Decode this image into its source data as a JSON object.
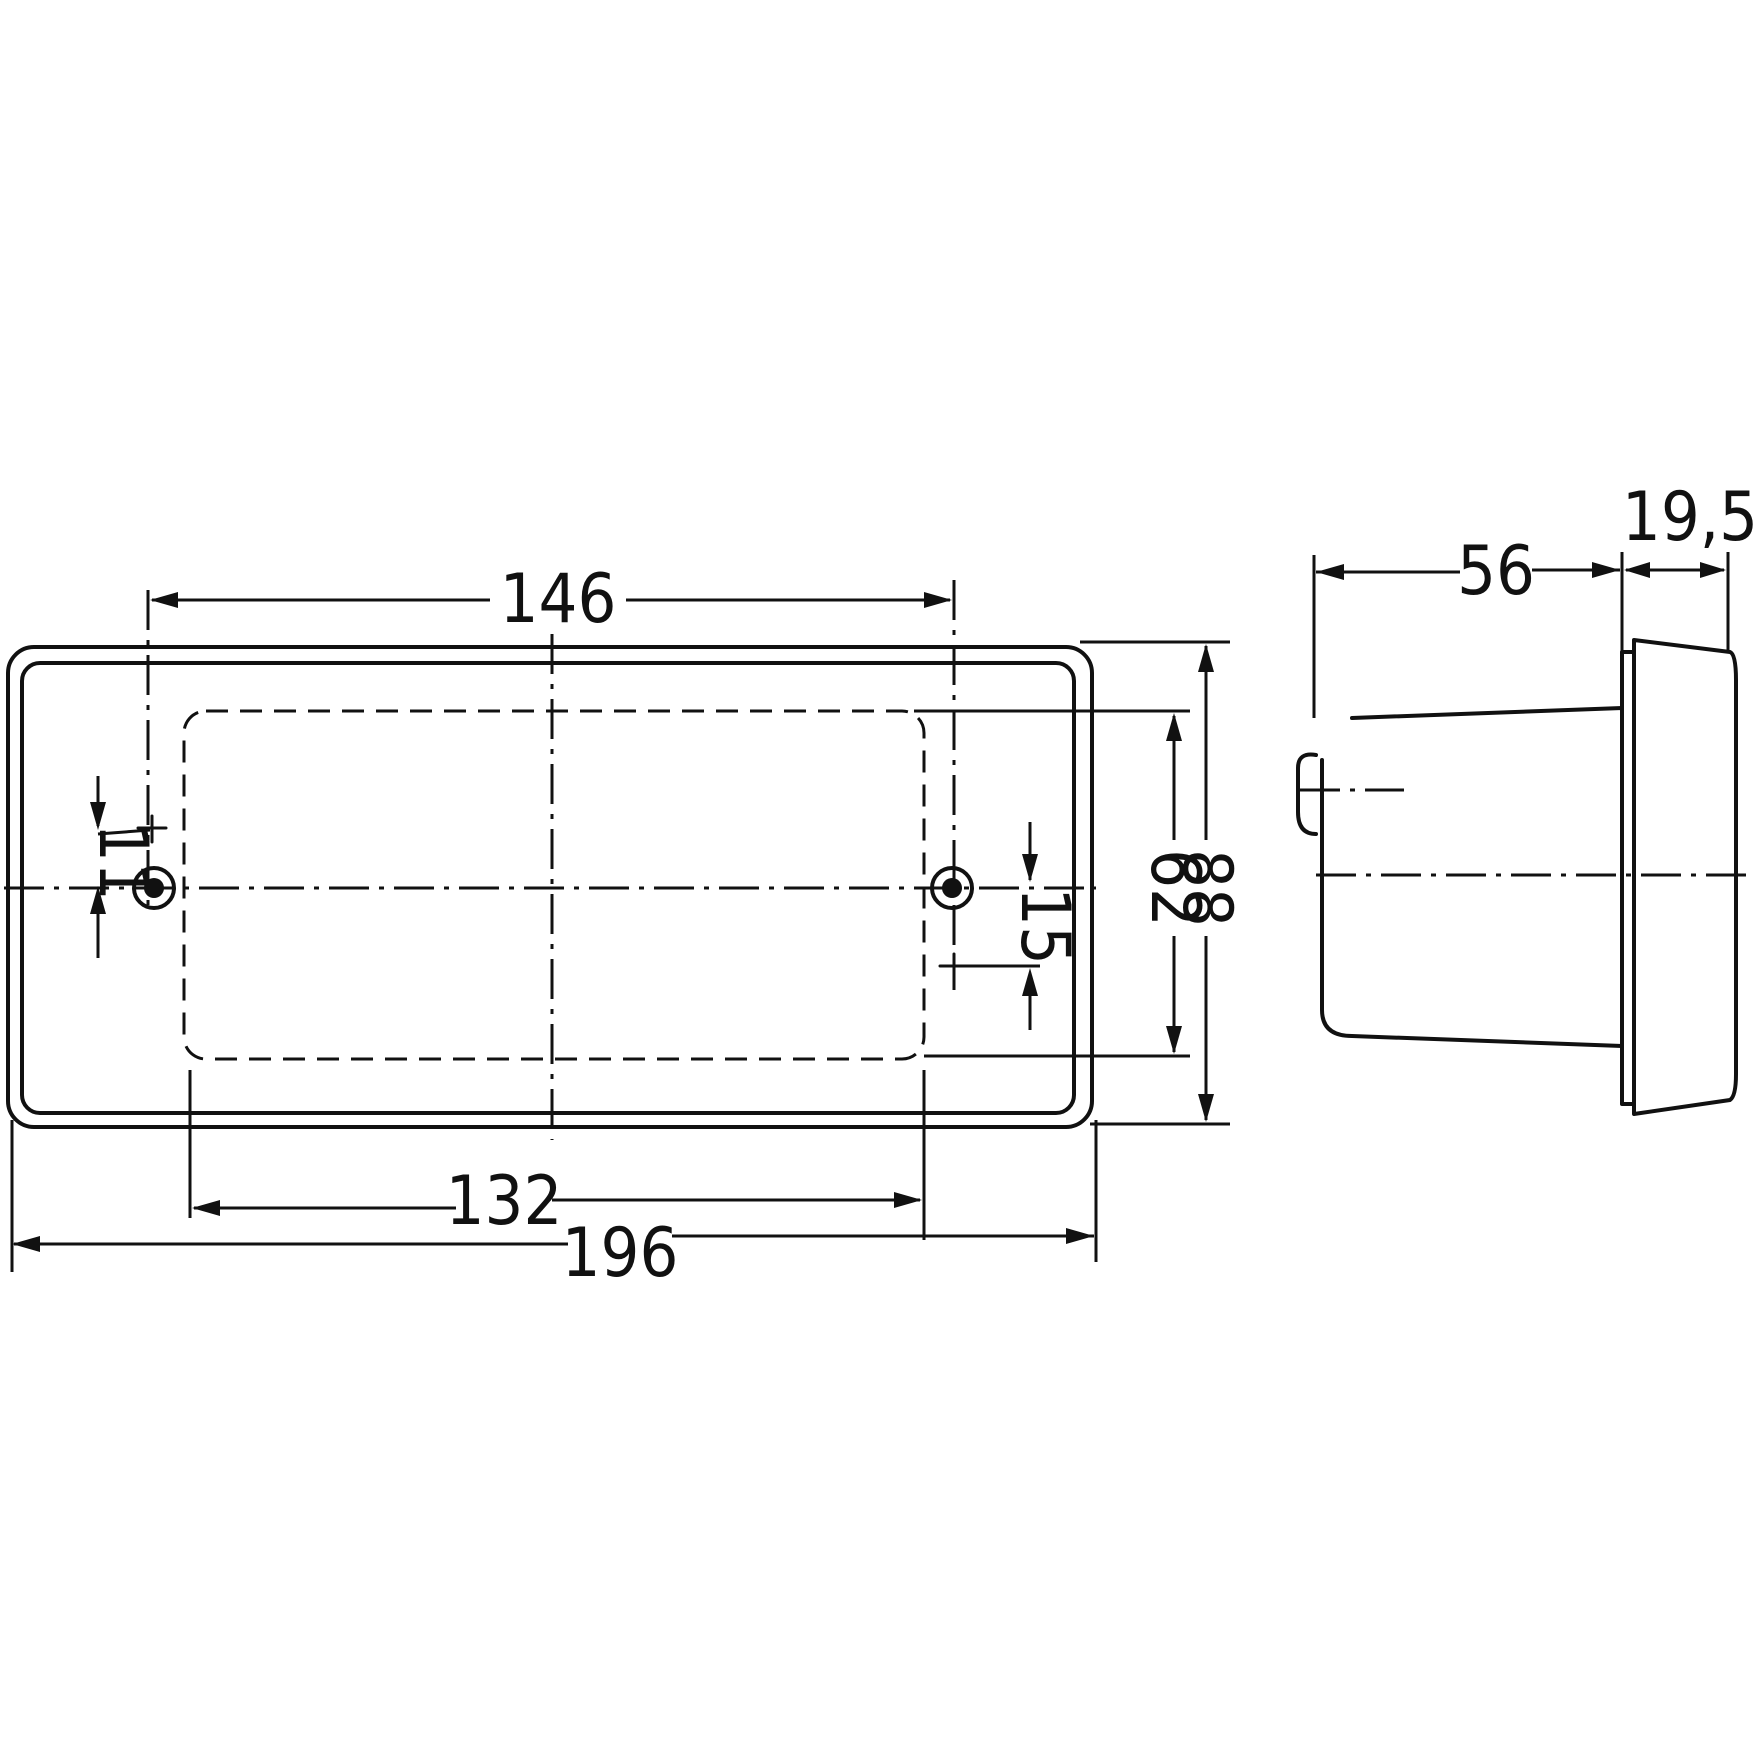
{
  "drawing": {
    "dimensions": {
      "hole_spacing": "146",
      "overall_width": "196",
      "lens_width": "132",
      "overall_height": "88",
      "lens_height": "62",
      "left_hole_offset": "11",
      "right_hole_offset": "15",
      "body_depth": "56",
      "lens_depth": "19,5"
    }
  }
}
